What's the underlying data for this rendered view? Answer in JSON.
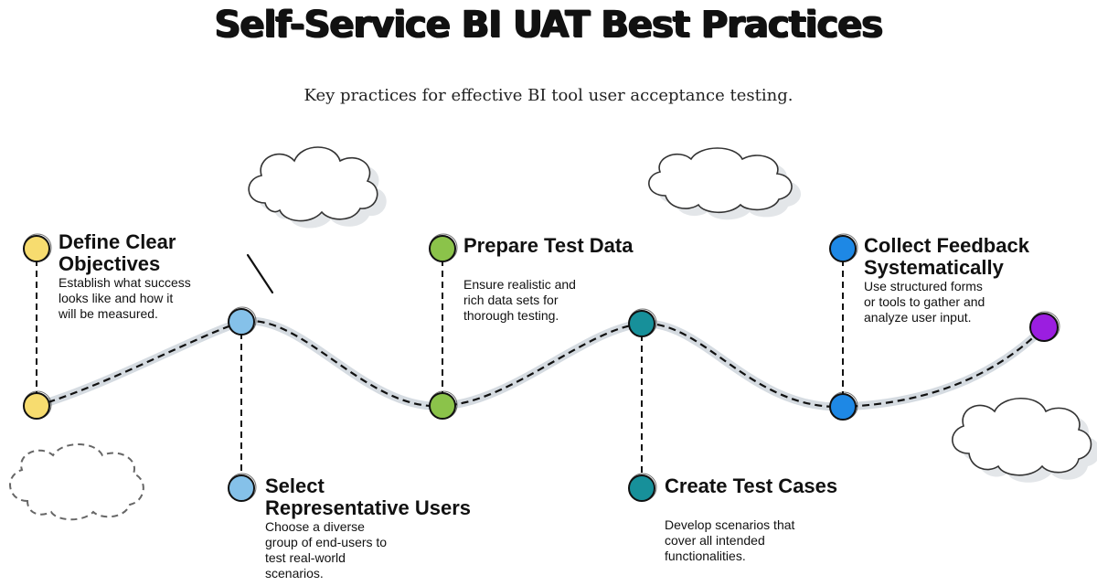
{
  "header": {
    "title": "Self-Service BI UAT Best Practices",
    "subtitle": "Key practices for effective BI tool user acceptance testing."
  },
  "colors": {
    "step1": "#f7dc6f",
    "step2": "#85c1e9",
    "step3": "#8bc34a",
    "step4": "#17909a",
    "step5": "#1e88e5",
    "end": "#9b1ee0",
    "path_shadow": "#d5dbe1",
    "line": "#111111"
  },
  "steps": [
    {
      "title": "Define Clear\nObjectives",
      "description": "Establish what success\nlooks like and how it\nwill be measured.",
      "color_key": "step1"
    },
    {
      "title": "Select\nRepresentative Users",
      "description": "Choose a diverse\ngroup of end-users to\ntest real-world\nscenarios.",
      "color_key": "step2"
    },
    {
      "title": "Prepare Test Data",
      "description": "Ensure realistic and\nrich data sets for\nthorough testing.",
      "color_key": "step3"
    },
    {
      "title": "Create Test Cases",
      "description": "Develop scenarios that\ncover all intended\nfunctionalities.",
      "color_key": "step4"
    },
    {
      "title": "Collect Feedback\nSystematically",
      "description": "Use structured forms\nor tools to gather and\nanalyze user input.",
      "color_key": "step5"
    }
  ]
}
